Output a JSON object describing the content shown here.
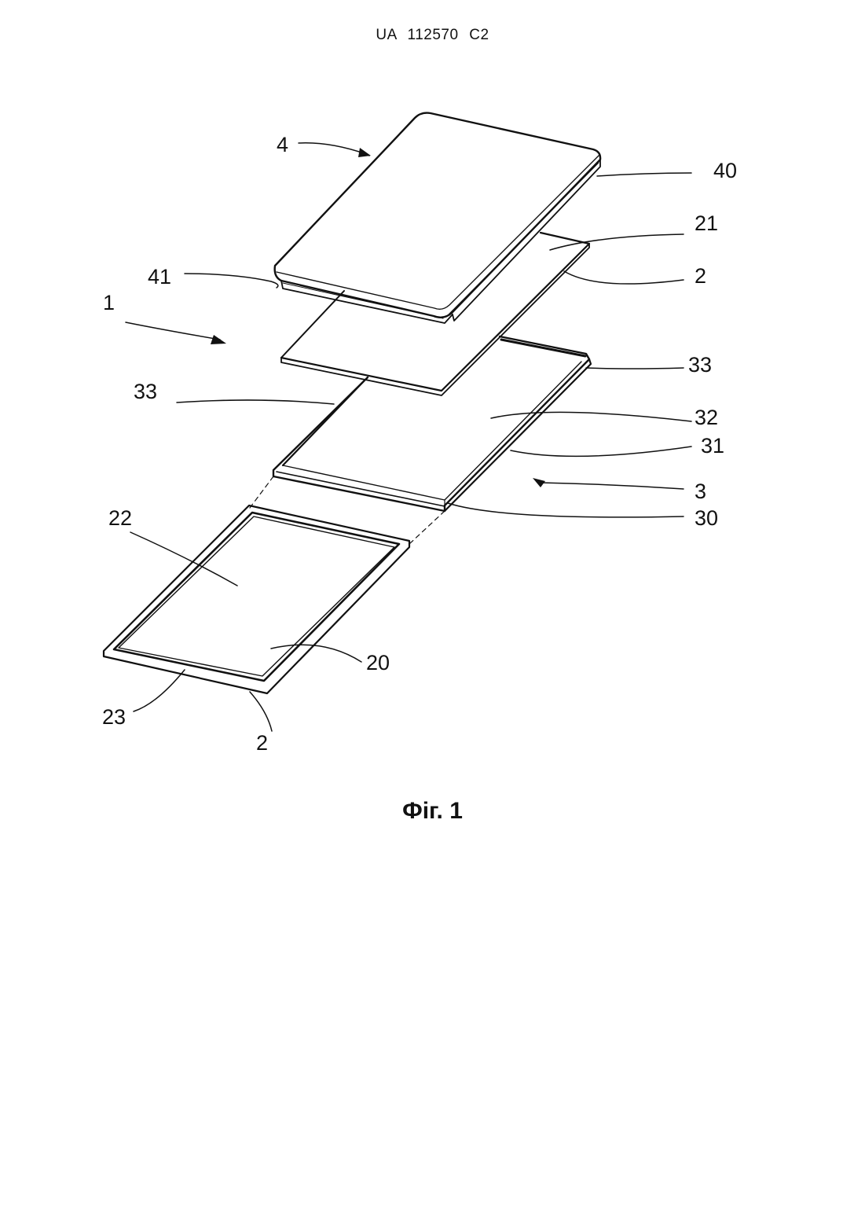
{
  "header": {
    "text": "UA   112570   C2"
  },
  "figure": {
    "caption": "Фіг. 1",
    "labels": {
      "l4": "4",
      "l40": "40",
      "l21": "21",
      "l41": "41",
      "l2_top": "2",
      "l1": "1",
      "l33_right": "33",
      "l33_left": "33",
      "l32": "32",
      "l31": "31",
      "l3": "3",
      "l30": "30",
      "l22": "22",
      "l20": "20",
      "l23": "23",
      "l2_bottom": "2"
    }
  }
}
